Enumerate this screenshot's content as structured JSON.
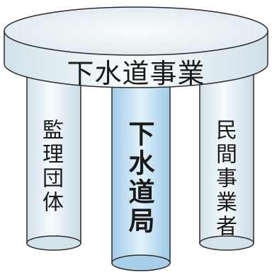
{
  "diagram": {
    "top_label": "下水道事業",
    "pillars": [
      {
        "label": "監理団体"
      },
      {
        "label": "下水道局"
      },
      {
        "label": "民間事業者"
      }
    ]
  },
  "colors": {
    "outline": "#2b2b2b",
    "fill_light": "#f4f9fb",
    "fill_mid": "#d6e6ee",
    "fill_center": "#a9d1ec",
    "text": "#1a1a1a"
  }
}
